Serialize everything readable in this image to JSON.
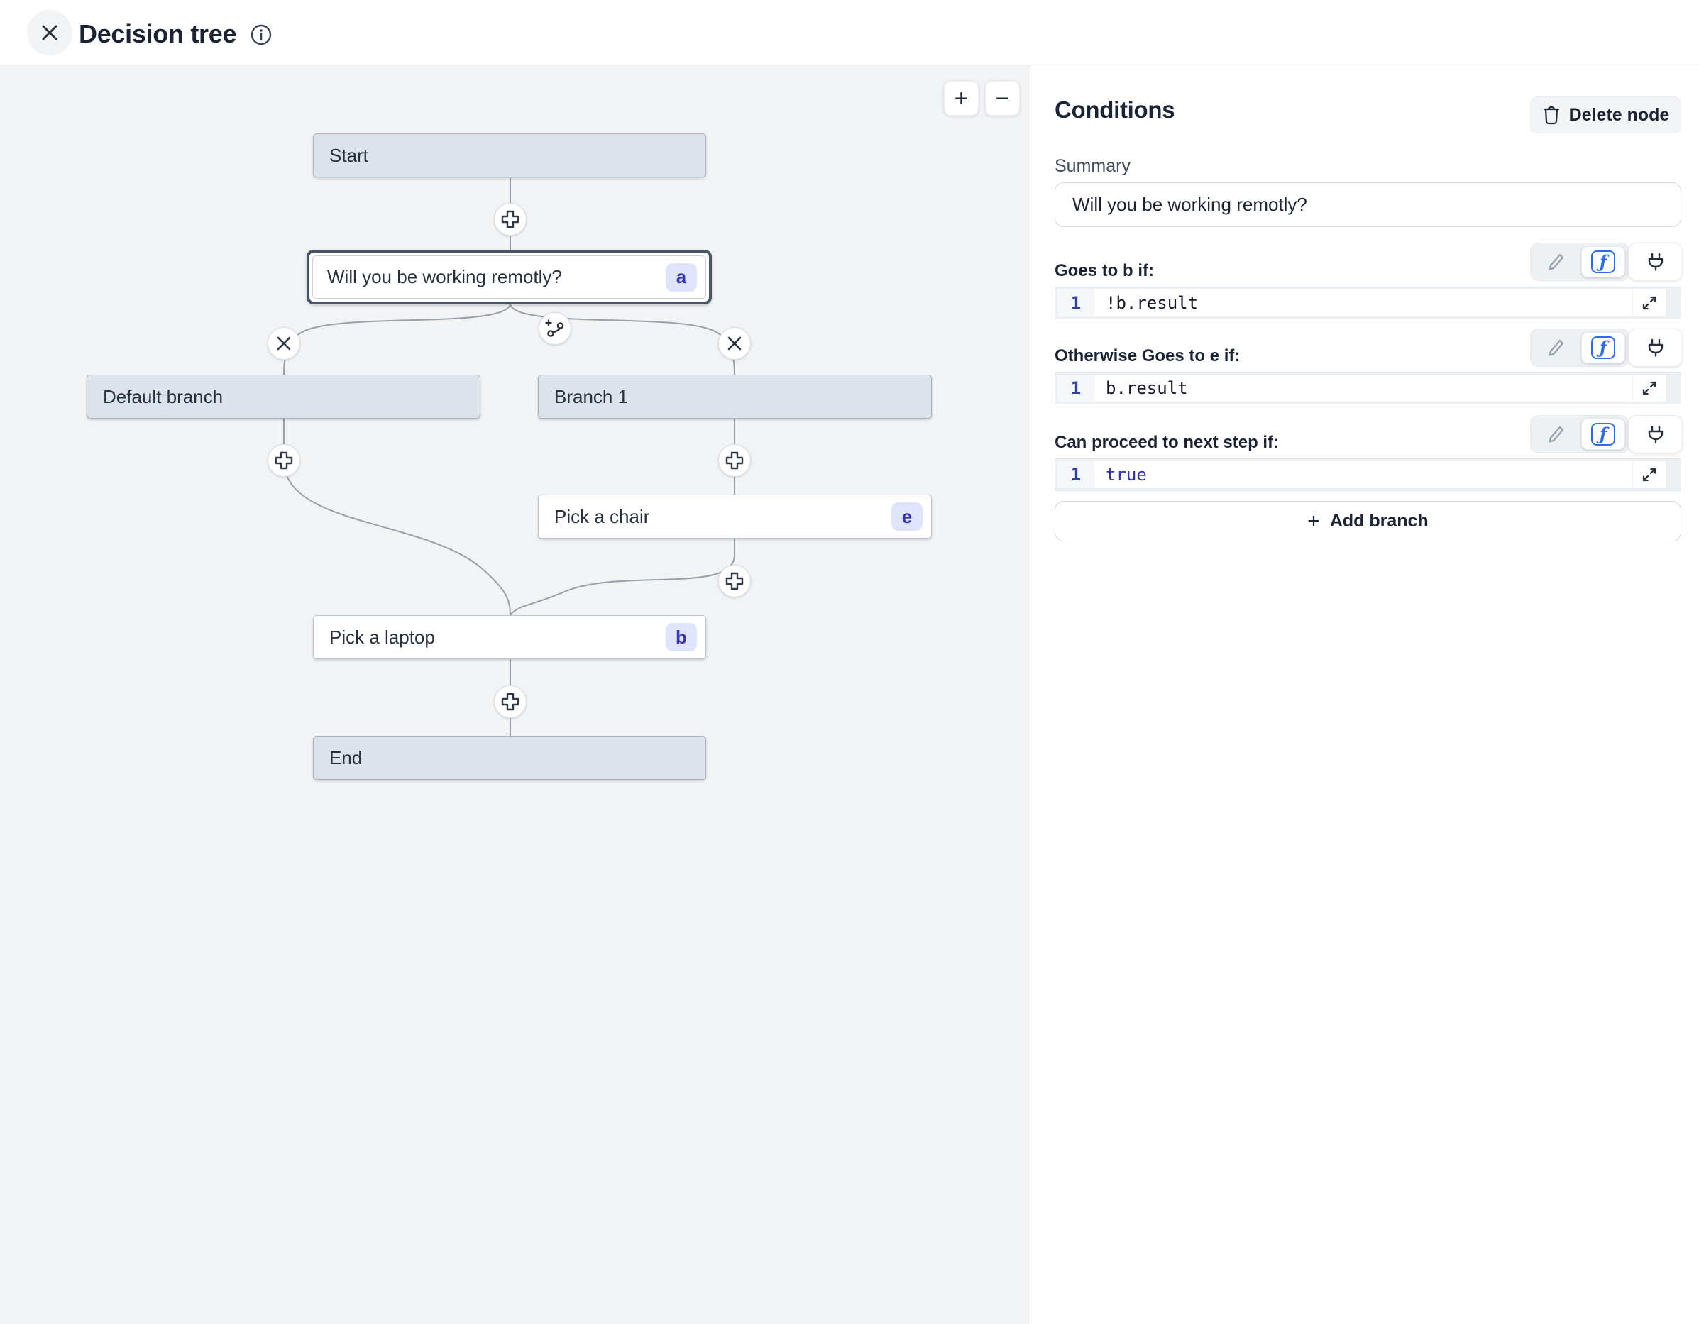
{
  "header": {
    "title": "Decision tree"
  },
  "canvas": {
    "zoom_in": "+",
    "zoom_out": "−",
    "nodes": [
      {
        "label": "Start"
      },
      {
        "label": "Will you be working remotly?",
        "badge": "a"
      },
      {
        "label": "Default branch"
      },
      {
        "label": "Branch 1"
      },
      {
        "label": "Pick a chair",
        "badge": "e"
      },
      {
        "label": "Pick a laptop",
        "badge": "b"
      },
      {
        "label": "End"
      }
    ]
  },
  "panel": {
    "title": "Conditions",
    "delete_node_label": "Delete node",
    "summary_label": "Summary",
    "summary_value": "Will you be working remotly?",
    "sections": [
      {
        "label": "Goes to b if:",
        "line": "1",
        "code": "!b.result"
      },
      {
        "label": "Otherwise Goes to e if:",
        "line": "1",
        "code": "b.result"
      },
      {
        "label": "Can proceed to next step if:",
        "line": "1",
        "code": "true"
      }
    ],
    "add_branch_plus": "+",
    "add_branch_label": "Add branch",
    "fx_glyph": "ƒ"
  },
  "colors": {
    "accent_blue": "#2b6de8",
    "badge_bg": "#dfe3fb",
    "badge_text": "#3a38b0",
    "keyword_blue": "#2d2fc7",
    "canvas_bg": "#f1f3f5",
    "node_gray": "#dde3ea"
  }
}
